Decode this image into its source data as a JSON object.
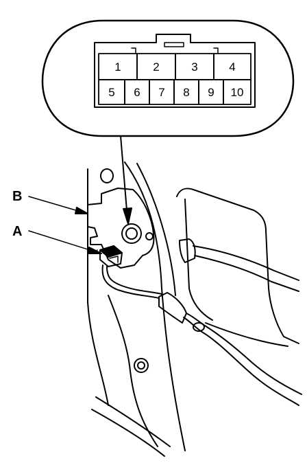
{
  "callouts": {
    "a": "A",
    "b": "B"
  },
  "connector": {
    "top_row": [
      "1",
      "2",
      "3",
      "4"
    ],
    "bottom_row": [
      "5",
      "6",
      "7",
      "8",
      "9",
      "10"
    ]
  },
  "colors": {
    "line": "#000000",
    "background": "#ffffff"
  }
}
